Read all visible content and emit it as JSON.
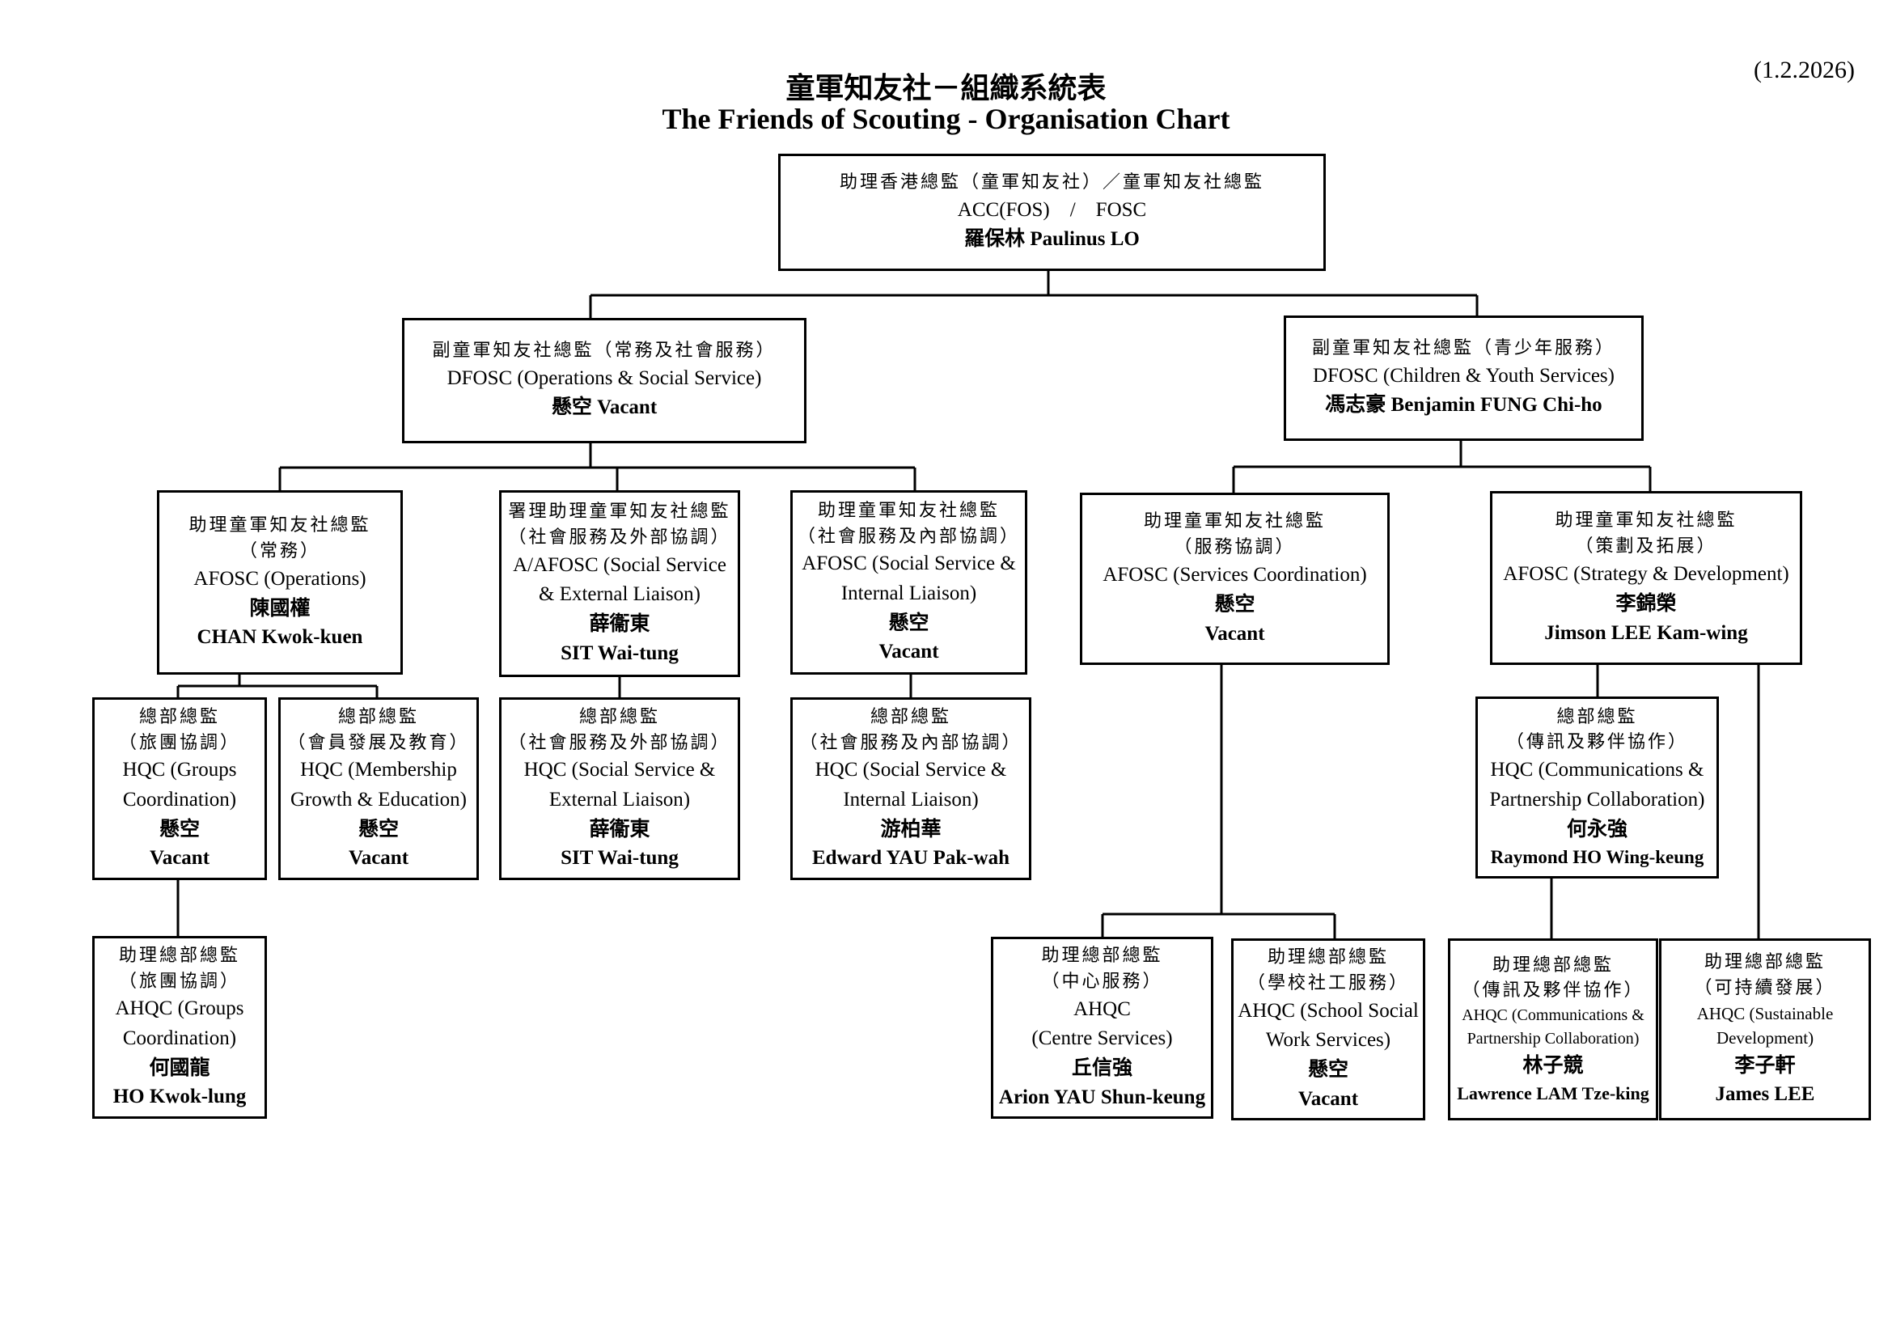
{
  "header": {
    "title_zh": "童軍知友社－組織系統表",
    "title_en": "The Friends of Scouting - Organisation Chart",
    "date": "(1.2.2026)"
  },
  "nodes": {
    "acc": {
      "lines": [
        "助理香港總監（童軍知友社）／童軍知友社總監",
        "ACC(FOS)    /    FOSC",
        "羅保林  Paulinus LO"
      ]
    },
    "dfosc_ops": {
      "lines": [
        "副童軍知友社總監（常務及社會服務）",
        "DFOSC (Operations & Social Service)",
        "懸空  Vacant"
      ]
    },
    "dfosc_cys": {
      "lines": [
        "副童軍知友社總監（青少年服務）",
        "DFOSC (Children & Youth Services)",
        "馮志豪 Benjamin FUNG Chi-ho"
      ]
    },
    "afosc_ops": {
      "lines": [
        "助理童軍知友社總監",
        "（常務）",
        "AFOSC (Operations)",
        "陳國權",
        "CHAN Kwok-kuen"
      ]
    },
    "a_afosc_sel": {
      "lines": [
        "署理助理童軍知友社總監",
        "（社會服務及外部協調）",
        "A/AFOSC (Social Service",
        "& External Liaison)",
        "薛衞東",
        "SIT Wai-tung"
      ]
    },
    "afosc_sil": {
      "lines": [
        "助理童軍知友社總監",
        "（社會服務及內部協調）",
        "AFOSC (Social Service &",
        "Internal Liaison)",
        "懸空",
        "Vacant"
      ]
    },
    "afosc_sc": {
      "lines": [
        "助理童軍知友社總監",
        "（服務協調）",
        "AFOSC (Services Coordination)",
        "懸空",
        "Vacant"
      ]
    },
    "afosc_sd": {
      "lines": [
        "助理童軍知友社總監",
        "（策劃及拓展）",
        "AFOSC (Strategy & Development)",
        "李錦榮",
        "Jimson LEE Kam-wing"
      ]
    },
    "hqc_groups": {
      "lines": [
        "總部總監",
        "（旅團協調）",
        "HQC (Groups",
        "Coordination)",
        "懸空",
        "Vacant"
      ]
    },
    "hqc_membership": {
      "lines": [
        "總部總監",
        "（會員發展及教育）",
        "HQC (Membership",
        "Growth & Education)",
        "懸空",
        "Vacant"
      ]
    },
    "hqc_sel": {
      "lines": [
        "總部總監",
        "（社會服務及外部協調）",
        "HQC (Social Service &",
        "External Liaison)",
        "薛衞東",
        "SIT Wai-tung"
      ]
    },
    "hqc_sil": {
      "lines": [
        "總部總監",
        "（社會服務及內部協調）",
        "HQC (Social Service &",
        "Internal Liaison)",
        "游柏華",
        "Edward YAU Pak-wah"
      ]
    },
    "hqc_comms": {
      "lines": [
        "總部總監",
        "（傳訊及夥伴協作）",
        "HQC (Communications &",
        "Partnership Collaboration)",
        "何永強",
        "Raymond HO Wing-keung"
      ]
    },
    "ahqc_groups": {
      "lines": [
        "助理總部總監",
        "（旅團協調）",
        "AHQC (Groups",
        "Coordination)",
        "何國龍",
        "HO Kwok-lung"
      ]
    },
    "ahqc_centre": {
      "lines": [
        "助理總部總監",
        "（中心服務）",
        "AHQC",
        "(Centre Services)",
        "丘信強",
        "Arion YAU Shun-keung"
      ]
    },
    "ahqc_school": {
      "lines": [
        "助理總部總監",
        "（學校社工服務）",
        "AHQC (School Social",
        "Work Services)",
        "懸空",
        "Vacant"
      ]
    },
    "ahqc_comms": {
      "lines": [
        "助理總部總監",
        "（傳訊及夥伴協作）",
        "AHQC (Communications &",
        "Partnership Collaboration)",
        "林子競",
        "Lawrence LAM Tze-king"
      ]
    },
    "ahqc_sustain": {
      "lines": [
        "助理總部總監",
        "（可持續發展）",
        "AHQC (Sustainable",
        "Development)",
        "李子軒",
        "James LEE"
      ]
    }
  }
}
